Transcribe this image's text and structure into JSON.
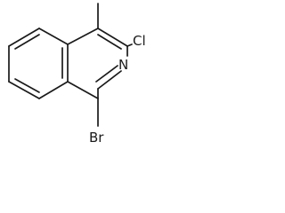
{
  "molecule": {
    "atoms": {
      "cl": "Cl",
      "n": "N",
      "br": "Br"
    }
  }
}
